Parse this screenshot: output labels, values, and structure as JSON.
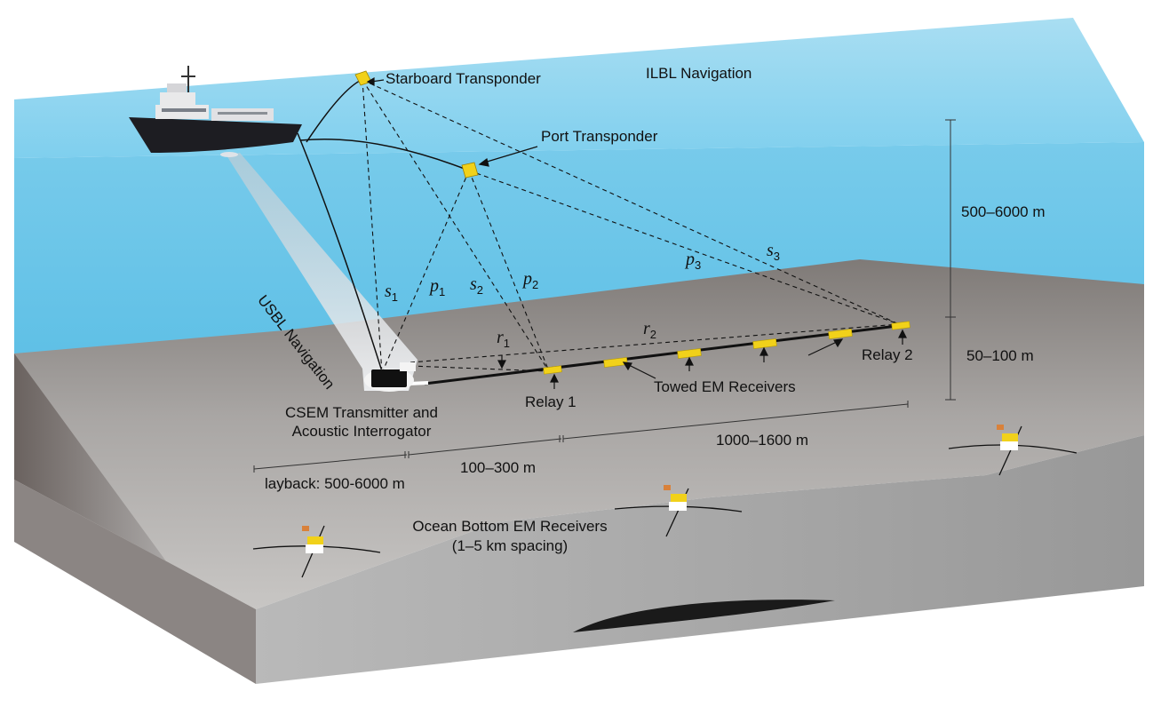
{
  "labels": {
    "starboard_transponder": "Starboard Transponder",
    "ilbl_navigation": "ILBL Navigation",
    "port_transponder": "Port Transponder",
    "depth_range": "500–6000 m",
    "relay2_height": "50–100 m",
    "usbl_navigation": "USBL Navigation",
    "relay_1": "Relay 1",
    "relay_2": "Relay 2",
    "towed_em_receivers": "Towed EM Receivers",
    "csem_line1": "CSEM Transmitter and",
    "csem_line2": "Acoustic Interrogator",
    "receiver_span": "1000–1600 m",
    "relay_offset": "100–300 m",
    "layback": "layback: 500-6000 m",
    "obem_line1": "Ocean Bottom EM Receivers",
    "obem_line2": "(1–5 km spacing)"
  },
  "ranges": {
    "s1": {
      "sym": "s",
      "sub": "1"
    },
    "p1": {
      "sym": "p",
      "sub": "1"
    },
    "s2": {
      "sym": "s",
      "sub": "2"
    },
    "p2": {
      "sym": "p",
      "sub": "2"
    },
    "p3": {
      "sym": "p",
      "sub": "3"
    },
    "s3": {
      "sym": "s",
      "sub": "3"
    },
    "r1": {
      "sym": "r",
      "sub": "1"
    },
    "r2": {
      "sym": "r",
      "sub": "2"
    }
  },
  "colors": {
    "water_top": "#9fd9ef",
    "water_face": "#6ec8ea",
    "seafloor_top": "#a9a6a4",
    "earth_front": "#a3a3a3",
    "earth_side": "#8a8a8a",
    "transponder": "#f1d11a",
    "receiver": "#f1d11a",
    "ship_hull": "#1d1d22",
    "usbl_beam": "#d8dbe0"
  }
}
